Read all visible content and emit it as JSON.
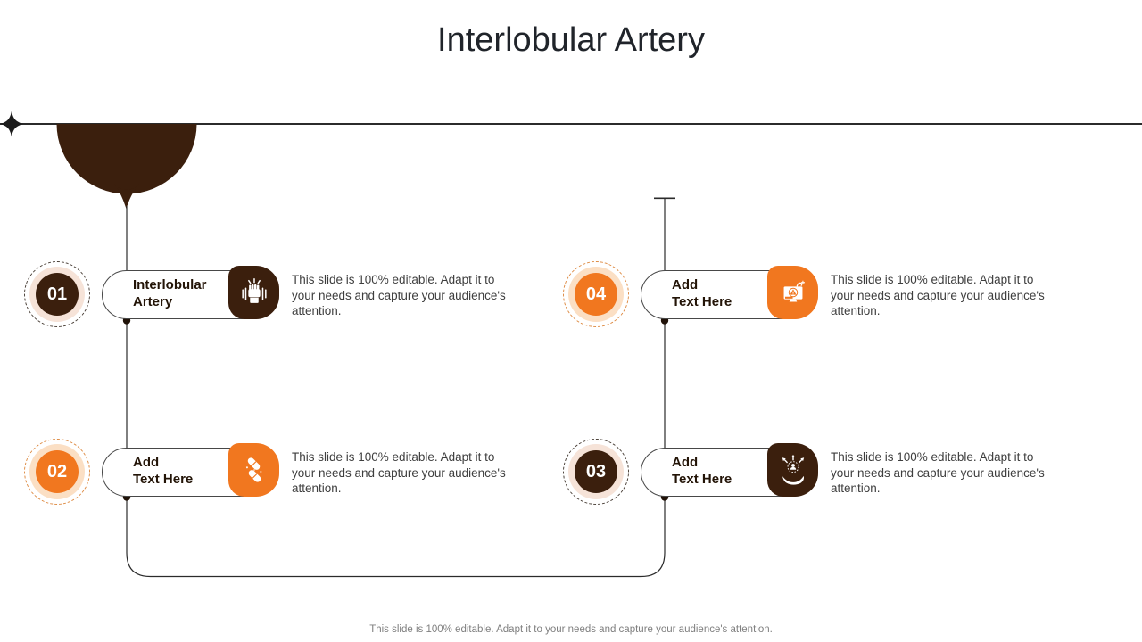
{
  "slide": {
    "title": "Interlobular Artery",
    "footer_note": "This slide is 100% editable. Adapt it to your needs and capture your audience's attention."
  },
  "items": [
    {
      "number": "01",
      "label_line1": "Interlobular",
      "label_line2": "Artery",
      "description": "This slide is 100% editable. Adapt it to your needs and capture your audience's attention.",
      "theme_color": "#3B1F0D",
      "icon": "fist-dumbbells-icon"
    },
    {
      "number": "02",
      "label_line1": "Add",
      "label_line2": "Text Here",
      "description": "This slide is 100% editable. Adapt it to your needs and capture your audience's attention.",
      "theme_color": "#F1771F",
      "icon": "capsules-icon"
    },
    {
      "number": "03",
      "label_line1": "Add",
      "label_line2": "Text Here",
      "description": "This slide is 100% editable. Adapt it to your needs and capture your audience's attention.",
      "theme_color": "#3B1F0D",
      "icon": "hand-person-share-icon"
    },
    {
      "number": "04",
      "label_line1": "Add",
      "label_line2": "Text Here",
      "description": "This slide is 100% editable. Adapt it to your needs and capture your audience's attention.",
      "theme_color": "#F1771F",
      "icon": "monitor-threat-icon"
    }
  ],
  "colors": {
    "dark_brown": "#3B1F0D",
    "orange": "#F1771F",
    "connector_line": "#2B2B2B",
    "title_text": "#20242A",
    "body_text": "#3E3E3E",
    "footer_text": "#7F7F7F"
  }
}
